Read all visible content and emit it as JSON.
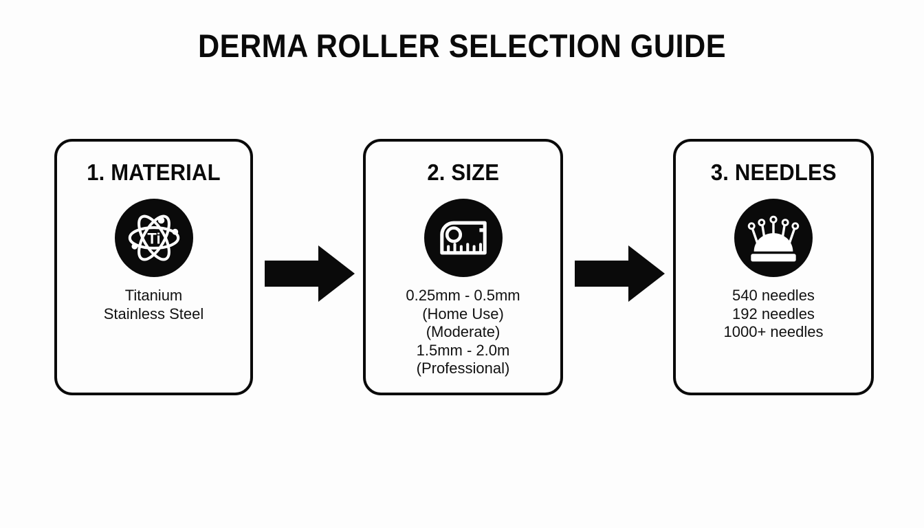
{
  "page": {
    "title": "DERMA ROLLER SELECTION GUIDE",
    "background_color": "#fdfdfd",
    "ink_color": "#0a0a0a"
  },
  "flow": {
    "steps": [
      {
        "title": "1. MATERIAL",
        "icon": "atom-ti-icon",
        "icon_label": "Ti",
        "lines": [
          "Titanium",
          "Stainless Steel"
        ]
      },
      {
        "title": "2. SIZE",
        "icon": "tape-measure-icon",
        "lines": [
          "0.25mm - 0.5mm",
          "(Home Use)",
          "(Moderate)",
          "1.5mm - 2.0m",
          "(Professional)"
        ]
      },
      {
        "title": "3. NEEDLES",
        "icon": "pincushion-needles-icon",
        "lines": [
          "540 needles",
          "192 needles",
          "1000+ needles"
        ]
      }
    ],
    "connectors": [
      {
        "icon": "arrow-right-icon"
      },
      {
        "icon": "arrow-right-icon"
      }
    ]
  }
}
